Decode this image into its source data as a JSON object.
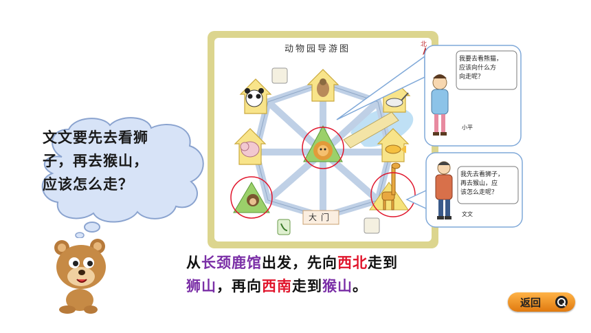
{
  "question": {
    "lines": [
      "文文要先去看狮",
      "子，再去猴山，",
      "应该怎么走？"
    ]
  },
  "map": {
    "title": "动物园导游图",
    "north_label": "北",
    "gate_label": "大门"
  },
  "xiaoping": {
    "speech_lines": [
      "我要去看熊猫，",
      "应该向什么方",
      "向走呢？"
    ],
    "name": "小平"
  },
  "wenwen": {
    "speech_lines": [
      "我先去看狮子，",
      "再去猴山，应",
      "该怎么走呢？"
    ],
    "name": "文文"
  },
  "answer": {
    "line1": {
      "p1": "从",
      "p2": "长颈鹿馆",
      "p3": "出发，先向",
      "p4": "西北",
      "p5": "走到"
    },
    "line2": {
      "p1": "狮山",
      "p2": "，再向",
      "p3": "西南",
      "p4": "走到",
      "p5": "猴山",
      "p6": "。"
    }
  },
  "colors": {
    "purple": "#7a2ea6",
    "red": "#e0142b",
    "map_border": "#d8d28a",
    "accent": "#f4a734"
  },
  "back_button": {
    "label": "返回"
  }
}
